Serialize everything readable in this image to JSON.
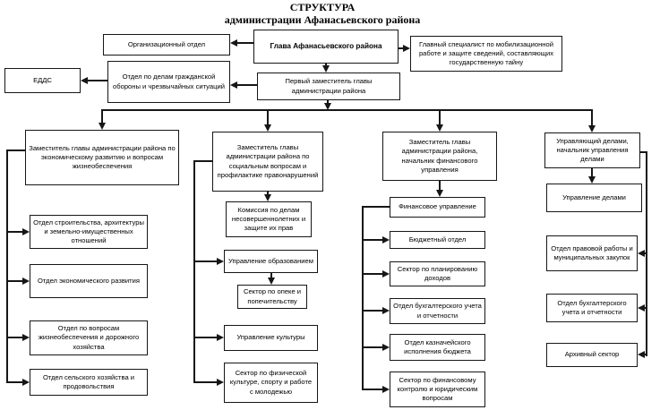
{
  "title": {
    "line1": "СТРУКТУРА",
    "line2": "администрации Афанасьевского района"
  },
  "top": {
    "glava": "Глава Афанасьевского района",
    "org_otdel": "Организационный отдел",
    "glav_spec": "Главный специалист по мобилизационной работе и защите сведений, составляющих государственную тайну",
    "perv_zam": "Первый заместитель главы администрации района",
    "go_chs": "Отдел по делам гражданской обороны и чрезвычайных ситуаций",
    "edds": "ЕДДС"
  },
  "columns": [
    {
      "head": "Заместитель главы администрации района по экономическому развитию и вопросам жизнеобеспечения",
      "children": [
        "Отдел строительства, архитектуры и земельно-имущественных отношений",
        "Отдел экономического развития",
        "Отдел по вопросам жизнеобеспечения и дорожного хозяйства",
        "Отдел сельского хозяйства и продовольствия"
      ]
    },
    {
      "head": "Заместитель главы администрации района по социальным вопросам и профилактике правонарушений",
      "children": [
        "Комиссия по делам несовершеннолетних и защите их прав",
        "Управление образованием",
        "Сектор по опеке и попечительству",
        "Управление культуры",
        "Сектор по физической культуре, спорту и работе с молодежью"
      ]
    },
    {
      "head": "Заместитель главы администрации района, начальник финансового управления",
      "children": [
        "Финансовое управление",
        "Бюджетный отдел",
        "Сектор по планированию доходов",
        "Отдел бухгалтерского учета и отчетности",
        "Отдел казначейского исполнения бюджета",
        "Сектор по финансовому контролю и юридическим вопросам"
      ]
    },
    {
      "head": "Управляющий делами, начальник управления делами",
      "children": [
        "Управление делами",
        "Отдел правовой работы и муниципальных закупок",
        "Отдел бухгалтерского учета и отчетности",
        "Архивный сектор"
      ]
    }
  ],
  "colors": {
    "line": "#161616",
    "box_border": "#161616",
    "background": "#ffffff",
    "text": "#000000"
  }
}
